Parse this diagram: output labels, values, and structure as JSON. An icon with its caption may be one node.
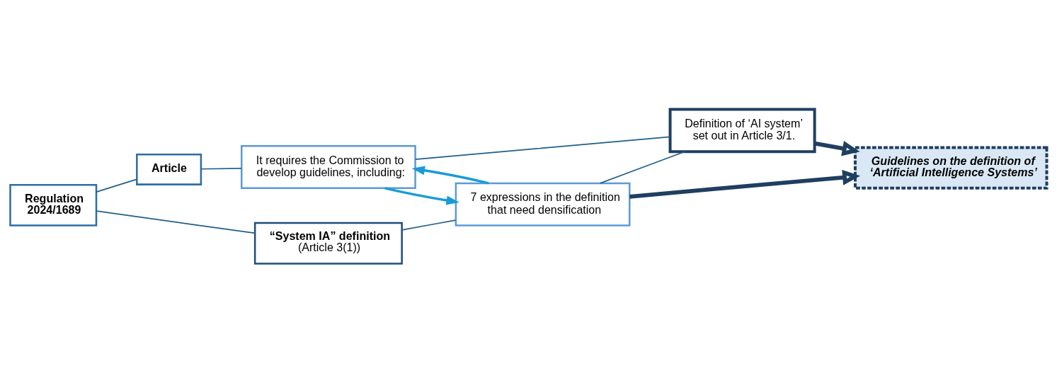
{
  "diagram": {
    "nodes": [
      {
        "text": [
          "Regulation 2024/1689"
        ]
      },
      {
        "text": [
          "Article"
        ]
      },
      {
        "text": [
          "“System IA” definition",
          "(Article 3(1))"
        ]
      },
      {
        "text": [
          "It requires the Commission to develop guidelines, including:"
        ]
      },
      {
        "text": [
          "7 expressions in the definition that need densification"
        ]
      },
      {
        "text": [
          "Definition of ‘AI system’ set out in Article 3/1."
        ]
      },
      {
        "text": [
          "Guidelines on the definition of ‘Artificial Intelligence Systems’"
        ]
      }
    ],
    "edges": [
      {
        "from": 0,
        "to": 1,
        "arrow": "none"
      },
      {
        "from": 0,
        "to": 2,
        "arrow": "none"
      },
      {
        "from": 1,
        "to": 3,
        "arrow": "none"
      },
      {
        "from": 2,
        "to": 4,
        "arrow": "none"
      },
      {
        "from": 4,
        "to": 3,
        "arrow": "to",
        "color": "#1a9bd7"
      },
      {
        "from": 3,
        "to": 4,
        "arrow": "to",
        "color": "#1a9bd7"
      },
      {
        "from": 3,
        "to": 5,
        "arrow": "none"
      },
      {
        "from": 4,
        "to": 5,
        "arrow": "none"
      },
      {
        "from": 5,
        "to": 6,
        "arrow": "to",
        "style": "thick",
        "color": "#1f3f60"
      },
      {
        "from": 4,
        "to": 6,
        "arrow": "to",
        "style": "thick",
        "color": "#1f3f60"
      }
    ]
  }
}
